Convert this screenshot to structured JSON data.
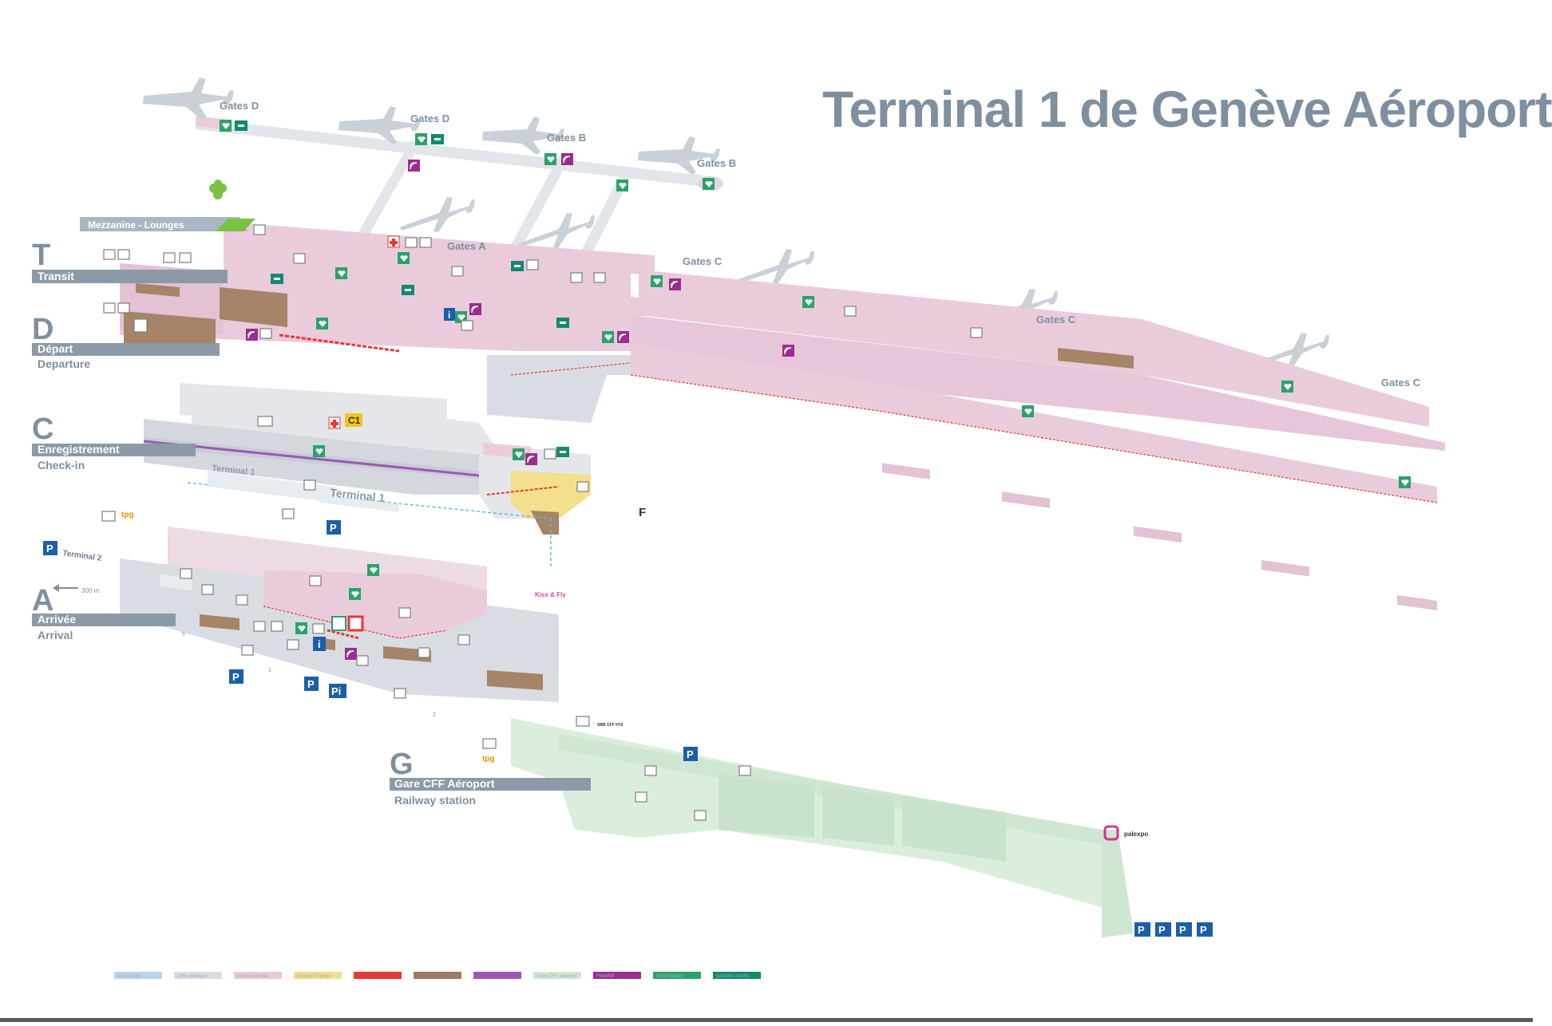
{
  "title": "Terminal 1 de Genève Aéroport",
  "levels": {
    "T": {
      "letter": "T",
      "fr": "Transit",
      "en": ""
    },
    "D": {
      "letter": "D",
      "fr": "Départ",
      "en": "Departure"
    },
    "C": {
      "letter": "C",
      "fr": "Enregistrement",
      "en": "Check-in"
    },
    "A": {
      "letter": "A",
      "fr": "Arrivée",
      "en": "Arrival"
    },
    "G": {
      "letter": "G",
      "fr": "Gare CFF Aéroport",
      "en": "Railway station"
    }
  },
  "gates": {
    "d1": "Gates D",
    "d2": "Gates D",
    "b1": "Gates B",
    "b2": "Gates B",
    "a": "Gates A",
    "c1": "Gates C",
    "c2": "Gates C",
    "c3": "Gates C"
  },
  "labels": {
    "mezzanine": "Mezzanine - Lounges",
    "terminal1_checkin": "Terminal 1",
    "terminal1_small": "Terminal 1",
    "terminal2": "Terminal 2",
    "distance": "300 m",
    "sector_f": "F",
    "zone_c1": "C1",
    "kiss_fly": "Kiss & Fly",
    "tpg1": "tpg",
    "tpg2": "tpg",
    "palexpo": "palexpo",
    "sbb": "SBB CFF FFS",
    "exit_1": "1",
    "exit_2": "2",
    "exit_5": "5"
  },
  "legend": [
    {
      "label": "ascenseurs",
      "color": "#b8d4ee"
    },
    {
      "label": "zone publique",
      "color": "#d8dde3"
    },
    {
      "label": "zone réservée",
      "color": "#eac8da"
    },
    {
      "label": "Secteur France",
      "color": "#f1dd8a"
    },
    {
      "label": "",
      "color": "#e53935"
    },
    {
      "label": "",
      "color": "#9e7b62"
    },
    {
      "label": "",
      "color": "#9b59b6"
    },
    {
      "label": "Gare CFF aéroport",
      "color": "#cfe8d2"
    },
    {
      "label": "FreeWifi",
      "color": "#9b2d8e"
    },
    {
      "label": "défibrillateur",
      "color": "#2aa36b"
    },
    {
      "label": "business centre",
      "color": "#138a6e"
    }
  ],
  "colors": {
    "reserved": "#eacbdc",
    "reserved_dark": "#dcb3c8",
    "public": "#d9dde3",
    "public_dark": "#b8bfc8",
    "station": "#dbeedd",
    "station_dark": "#bfdcc3",
    "france": "#f3df8c",
    "shop": "#a58467",
    "title": "#7f8fa0",
    "teal": "#159a76",
    "purple": "#9b2d8e",
    "parking": "#1c5fa8",
    "red": "#e53935"
  },
  "icons": {
    "defib": "defibrillator-icon",
    "wifi": "wifi-icon",
    "business": "business-centre-icon",
    "parking": "parking-icon",
    "info": "information-icon",
    "first_aid": "first-aid-icon",
    "plane": "airplane-icon"
  }
}
